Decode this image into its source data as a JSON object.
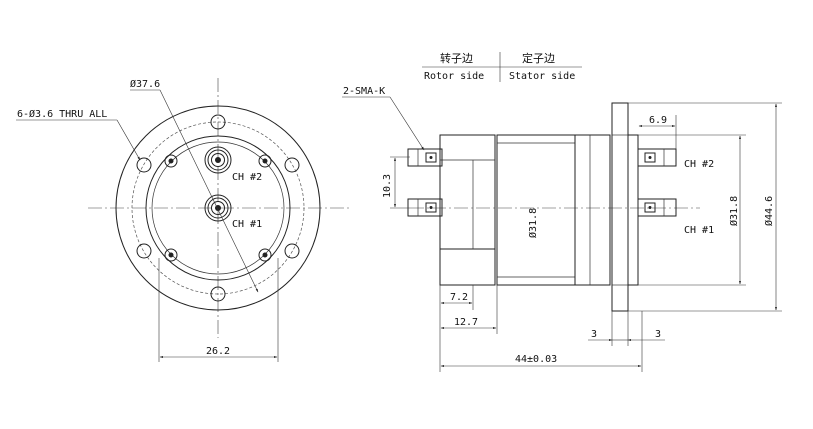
{
  "front_view": {
    "hole_note": "6-Ø3.6 THRU ALL",
    "pcd_diameter": "Ø37.6",
    "ch2_label": "CH #2",
    "ch1_label": "CH #1",
    "width_dim": "26.2"
  },
  "side_view": {
    "rotor_side_cn": "转子边",
    "stator_side_cn": "定子边",
    "rotor_side_en": "Rotor side",
    "stator_side_en": "Stator side",
    "connector_note": "2-SMA-K",
    "spacing_dim": "10.3",
    "body_diameter": "Ø31.8",
    "flange_offset": "6.9",
    "ch2_label": "CH #2",
    "ch1_label": "CH #1",
    "body_diameter_right": "Ø31.8",
    "flange_diameter": "Ø44.6",
    "dim_7_2": "7.2",
    "dim_12_7": "12.7",
    "flange_thickness_left": "3",
    "flange_thickness_right": "3",
    "overall_length": "44±0.03"
  }
}
